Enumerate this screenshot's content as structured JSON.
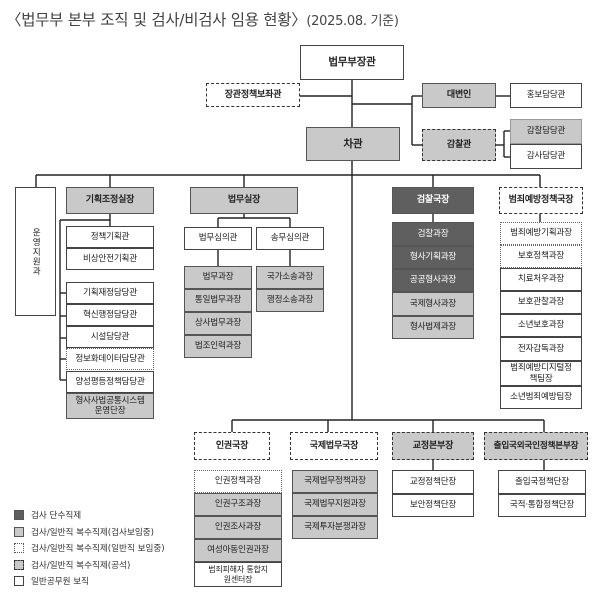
{
  "title": {
    "main": "〈법무부 본부 조직 및 검사/비검사 임용 현황〉",
    "sub": "(2025.08. 기준)"
  },
  "nodes": {
    "minister": "법무부장관",
    "policy_aide": "장관정책보좌관",
    "spokesperson": "대변인",
    "pr_officer": "홍보담당관",
    "inspector": "감찰관",
    "inspection_officer": "감찰담당관",
    "audit_officer": "감사담당관",
    "vice_minister": "차관",
    "support_division": "운영지원과",
    "planning_office": "기획조정실장",
    "planning_subs": [
      "정책기획관",
      "비상안전기획관"
    ],
    "planning_divs": [
      "기획재정담당관",
      "혁신행정담당관",
      "시설담당관",
      "정보화데이터담당관",
      "양성평등정책담당관",
      "형사사법공통시스템 운영단장"
    ],
    "legal_office": "법무실장",
    "legal_council": "법무심의관",
    "litigation_council": "송무심의관",
    "legal_divs": [
      "법무과장",
      "통일법무과장",
      "상사법무과장",
      "법조인력과장"
    ],
    "litigation_divs": [
      "국가소송과장",
      "행정소송과장"
    ],
    "prosecution_bureau": "검찰국장",
    "prosecution_divs": [
      "검찰과장",
      "형사기획과장",
      "공공형사과장",
      "국제형사과장",
      "형사법제과장"
    ],
    "crime_prevention": "범죄예방정책국장",
    "crime_prevention_divs": [
      "범죄예방기획과장",
      "보호정책과장",
      "치료처우과장",
      "보호관찰과장",
      "소년보호과장",
      "전자감독과장",
      "범죄예방디지털정책팀장",
      "소년범죄예방팀장"
    ],
    "human_rights": "인권국장",
    "human_rights_divs": [
      "인권정책과장",
      "인권구조과장",
      "인권조사과장",
      "여성아동인권과장",
      "범죄피해자 통합지원센터장"
    ],
    "international_law": "국제법무국장",
    "international_law_divs": [
      "국제법무정책과장",
      "국제법무지원과장",
      "국제투자분쟁과장"
    ],
    "correction": "교정본부장",
    "correction_subs": [
      "교정정책단장",
      "보안정책단장"
    ],
    "immigration": "출입국외국인정책본부장",
    "immigration_subs": [
      "출입국정책단장",
      "국적·통합정책단장"
    ]
  },
  "legend": [
    {
      "style": "dark",
      "label": "검사 단수직제"
    },
    {
      "style": "gray",
      "label": "검사/일반직 복수직제(검사보임중)"
    },
    {
      "style": "dotted",
      "label": "검사/일반직 복수직제(일반직 보임중)"
    },
    {
      "style": "dashed-gray",
      "label": "검사/일반직 복수직제(공석)"
    },
    {
      "style": "white",
      "label": "일반공무원 보직"
    }
  ]
}
